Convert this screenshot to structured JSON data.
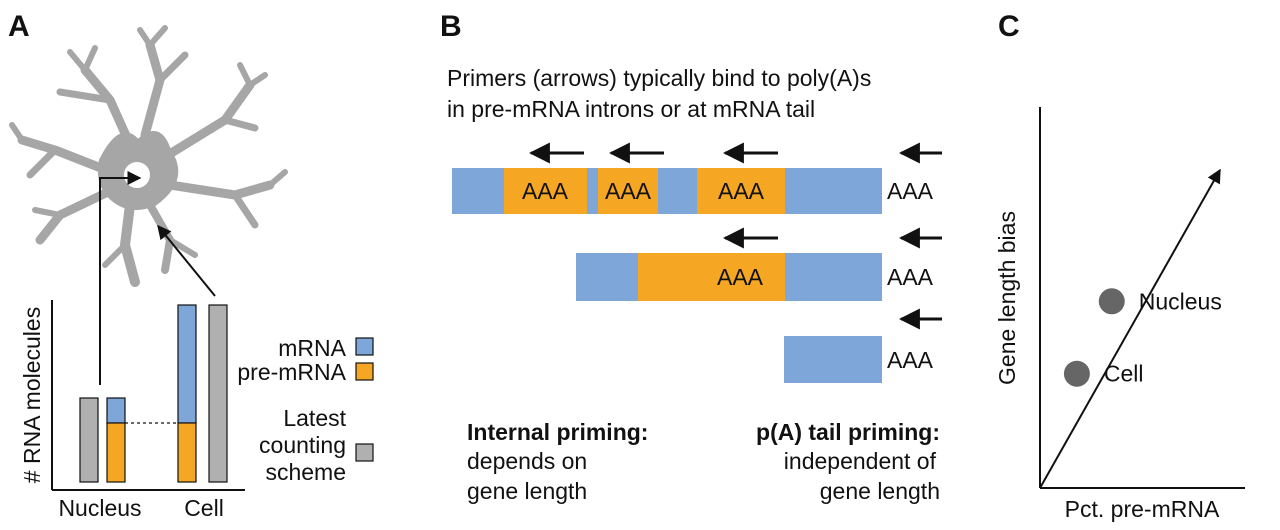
{
  "colors": {
    "mrna": "#7ea6d8",
    "pre_mrna": "#f5a623",
    "latest": "#b0b0b0",
    "neuron": "#a6a6a6",
    "text": "#111111",
    "orange_text": "#f5a623",
    "dot": "#666666"
  },
  "panel_a": {
    "label": "A",
    "y_axis_label": "# RNA molecules",
    "x_labels": [
      "Nucleus",
      "Cell"
    ],
    "legend": {
      "mrna": "mRNA",
      "pre_mrna": "pre-mRNA",
      "latest_line1": "Latest",
      "latest_line2": "counting",
      "latest_line3": "scheme"
    }
  },
  "panel_b": {
    "label": "B",
    "title_line1": "Primers (arrows) typically bind to poly(A)s",
    "title_line2": "in pre-mRNA introns or at mRNA tail",
    "aaa": "AAA",
    "internal_title": "Internal priming:",
    "internal_line1": "depends on",
    "internal_line2": "gene length",
    "tail_title": "p(A) tail priming:",
    "tail_line1": "independent of",
    "tail_line2": "gene length"
  },
  "panel_c": {
    "label": "C",
    "y_axis_label": "Gene length bias",
    "x_axis_label": "Pct. pre-mRNA",
    "points": [
      {
        "label": "Cell",
        "x": 0.18,
        "y": 0.3
      },
      {
        "label": "Nucleus",
        "x": 0.35,
        "y": 0.49
      }
    ]
  }
}
